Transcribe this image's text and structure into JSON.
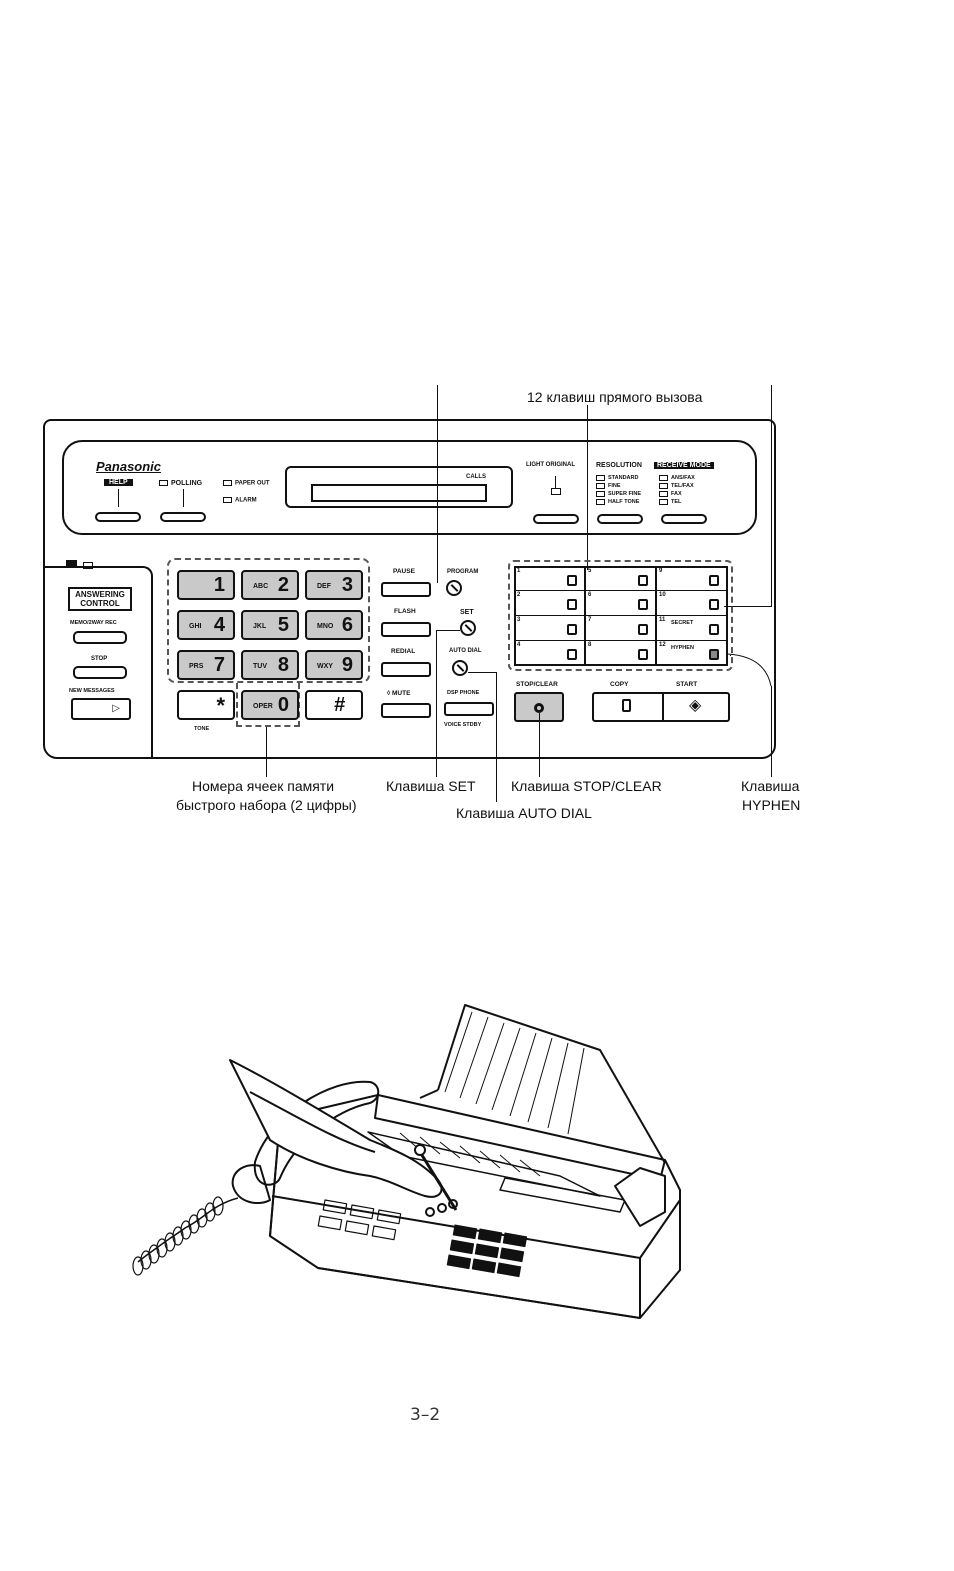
{
  "callouts": {
    "one_touch": "12 клавиш прямого вызова",
    "speed_dial_line1": "Номера ячеек памяти",
    "speed_dial_line2": "быстрого набора (2 цифры)",
    "set_key": "Клавиша SET",
    "stop_clear_key": "Клавиша  STOP/CLEAR",
    "auto_dial_key": "Клавиша  AUTO DIAL",
    "hyphen_key_line1": "Клавиша",
    "hyphen_key_line2": "HYPHEN"
  },
  "panel": {
    "brand": "Panasonic",
    "help": "HELP",
    "polling": "POLLING",
    "paper_out": "PAPER OUT",
    "alarm": "ALARM",
    "calls": "CALLS",
    "light_original": "LIGHT ORIGINAL",
    "resolution": {
      "title": "RESOLUTION",
      "options": [
        "STANDARD",
        "FINE",
        "SUPER FINE",
        "HALF TONE"
      ]
    },
    "receive_mode": {
      "title": "RECEIVE MODE",
      "options": [
        "ANS/FAX",
        "TEL/FAX",
        "FAX",
        "TEL"
      ]
    },
    "answering": {
      "title_line1": "ANSWERING",
      "title_line2": "CONTROL",
      "memo": "MEMO/2WAY REC",
      "stop": "STOP",
      "new_messages": "NEW MESSAGES"
    },
    "keypad": [
      {
        "sub": "",
        "num": "1"
      },
      {
        "sub": "ABC",
        "num": "2"
      },
      {
        "sub": "DEF",
        "num": "3"
      },
      {
        "sub": "GHI",
        "num": "4"
      },
      {
        "sub": "JKL",
        "num": "5"
      },
      {
        "sub": "MNO",
        "num": "6"
      },
      {
        "sub": "PRS",
        "num": "7"
      },
      {
        "sub": "TUV",
        "num": "8"
      },
      {
        "sub": "WXY",
        "num": "9"
      },
      {
        "sub": "",
        "num": "*"
      },
      {
        "sub": "OPER",
        "num": "0"
      },
      {
        "sub": "",
        "num": "#"
      }
    ],
    "tone": "TONE",
    "function_keys": {
      "pause": "PAUSE",
      "flash": "FLASH",
      "redial": "REDIAL",
      "mute": "◊ MUTE",
      "program": "PROGRAM",
      "set": "SET",
      "auto_dial": "AUTO DIAL",
      "sp_phone": "DSP PHONE",
      "voice_standby": "VOICE STDBY"
    },
    "direct_keys": [
      {
        "n": "1",
        "t": ""
      },
      {
        "n": "5",
        "t": ""
      },
      {
        "n": "9",
        "t": ""
      },
      {
        "n": "2",
        "t": ""
      },
      {
        "n": "6",
        "t": ""
      },
      {
        "n": "10",
        "t": ""
      },
      {
        "n": "3",
        "t": ""
      },
      {
        "n": "7",
        "t": ""
      },
      {
        "n": "11",
        "t": "SECRET"
      },
      {
        "n": "4",
        "t": ""
      },
      {
        "n": "8",
        "t": ""
      },
      {
        "n": "12",
        "t": "HYPHEN"
      }
    ],
    "stop_clear": "STOP/CLEAR",
    "copy": "COPY",
    "start": "START"
  },
  "page_number": "3–2"
}
